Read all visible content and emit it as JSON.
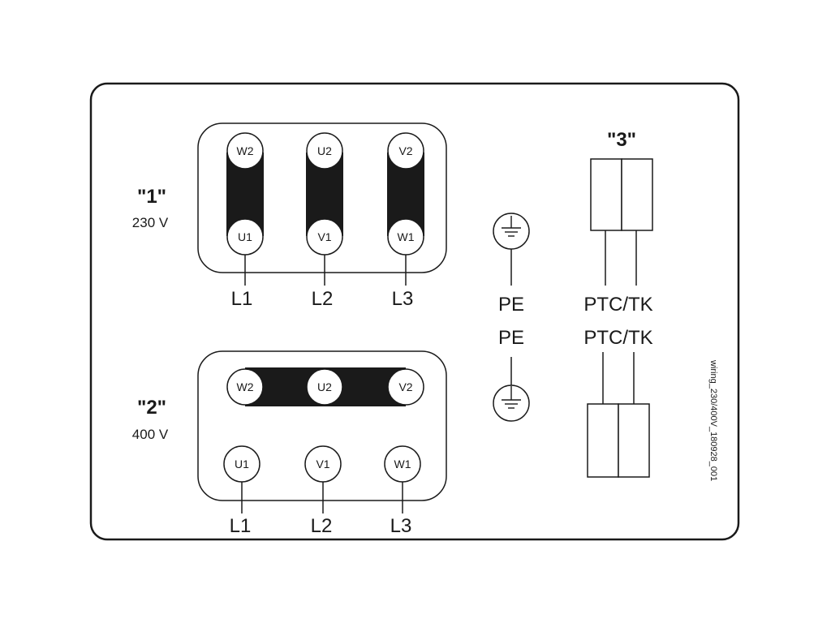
{
  "diagram": {
    "id_text": "wiring_230/400V_180928_001",
    "config_230": {
      "name": "\"1\"",
      "voltage": "230 V",
      "terminals_top": [
        "W2",
        "U2",
        "V2"
      ],
      "terminals_bottom": [
        "U1",
        "V1",
        "W1"
      ],
      "lines": [
        "L1",
        "L2",
        "L3"
      ]
    },
    "config_400": {
      "name": "\"2\"",
      "voltage": "400 V",
      "terminals_top": [
        "W2",
        "U2",
        "V2"
      ],
      "terminals_bottom": [
        "U1",
        "V1",
        "W1"
      ],
      "lines": [
        "L1",
        "L2",
        "L3"
      ]
    },
    "earth": {
      "label_top": "PE",
      "label_bottom": "PE"
    },
    "thermal": {
      "name": "\"3\"",
      "label_top": "PTC/TK",
      "label_bottom": "PTC/TK"
    }
  }
}
